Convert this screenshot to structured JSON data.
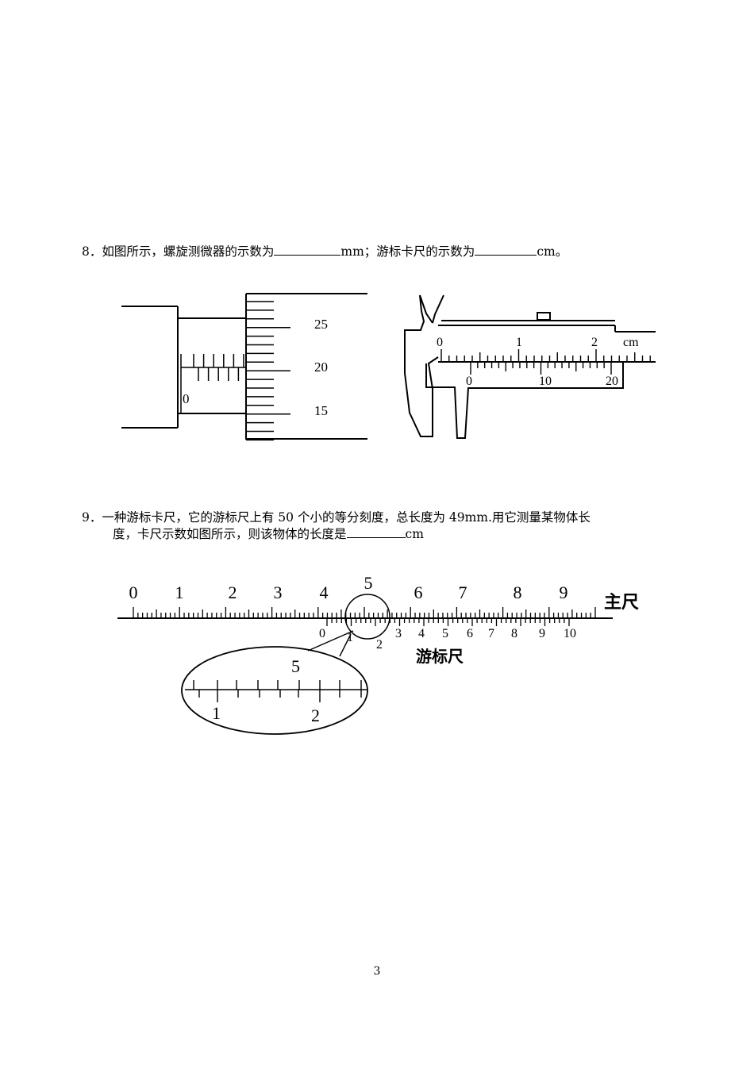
{
  "q8": {
    "number": "8．",
    "text_a": "如图所示，螺旋测微器的示数为",
    "unit_a": "mm；",
    "text_b": "游标卡尺的示数为",
    "unit_b": "cm。"
  },
  "micrometer": {
    "thimble_labels": [
      "25",
      "20",
      "15"
    ],
    "sleeve_label": "0"
  },
  "caliper": {
    "main_labels": [
      "0",
      "1",
      "2"
    ],
    "unit": "cm",
    "vernier_labels": [
      "0",
      "10",
      "20"
    ]
  },
  "q9": {
    "number": "9．",
    "line1": "一种游标卡尺，它的游标尺上有 50 个小的等分刻度，总长度为 49mm.用它测量某物体长",
    "line2": "度，卡尺示数如图所示，则该物体的长度是",
    "unit": "cm"
  },
  "vernier_figure": {
    "main_labels": [
      "0",
      "1",
      "2",
      "3",
      "4",
      "5",
      "6",
      "7",
      "8",
      "9"
    ],
    "main_name": "主尺",
    "vernier_labels": [
      "0",
      "1",
      "2",
      "3",
      "4",
      "5",
      "6",
      "7",
      "8",
      "9",
      "10"
    ],
    "vernier_name": "游标尺",
    "zoom_labels": [
      "5",
      "1",
      "2"
    ]
  },
  "page_number": "3"
}
